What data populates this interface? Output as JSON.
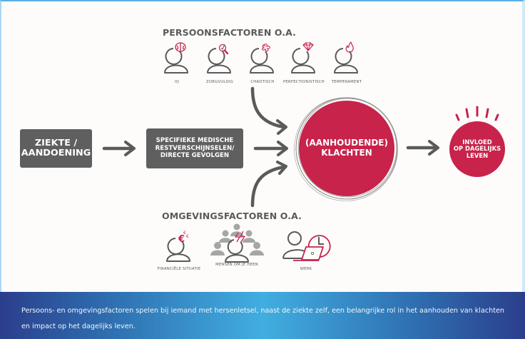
{
  "colors": {
    "accent_red": "#c7234b",
    "box_gray": "#5f5f5f",
    "line_gray": "#5a5a5a",
    "icon_gray": "#9a9a9a",
    "footer_dark": "#2b3e8c",
    "footer_light": "#41aee0"
  },
  "persoonsfactoren": {
    "title": "PERSOONSFACTOREN O.A.",
    "items": [
      {
        "label": "IQ",
        "icon": "brain-icon"
      },
      {
        "label": "ZORGVULDIG",
        "icon": "magnifier-check-icon"
      },
      {
        "label": "CHAOTISCH",
        "icon": "scribble-icon"
      },
      {
        "label": "PERFECTIONISTISCH",
        "icon": "diamond-icon"
      },
      {
        "label": "TEMPERAMENT",
        "icon": "flame-icon"
      }
    ]
  },
  "flow": {
    "step1": "ZIEKTE /\nAANDOENING",
    "step2": "SPECIFIEKE MEDISCHE\nRESTVERSCHIJNSELEN/\nDIRECTE GEVOLGEN",
    "center": "(AANHOUDENDE)\nKLACHTEN",
    "outcome": "INVLOED\nOP DAGELIJKS\nLEVEN"
  },
  "omgevingsfactoren": {
    "title": "OMGEVINGSFACTOREN O.A.",
    "items": [
      {
        "label": "FINANCIËLE SITUATIE",
        "icon": "euro-icon"
      },
      {
        "label": "MENSEN OM JE HEEN",
        "icon": "people-lightning-icon"
      },
      {
        "label": "WERK",
        "icon": "laptop-clock-icon"
      }
    ]
  },
  "footer": {
    "text": "Persoons- en omgevingsfactoren spelen bij iemand met hersenletsel, naast de ziekte zelf, een belangrijke rol in het aanhouden van klachten en impact op het dagelijks leven."
  }
}
